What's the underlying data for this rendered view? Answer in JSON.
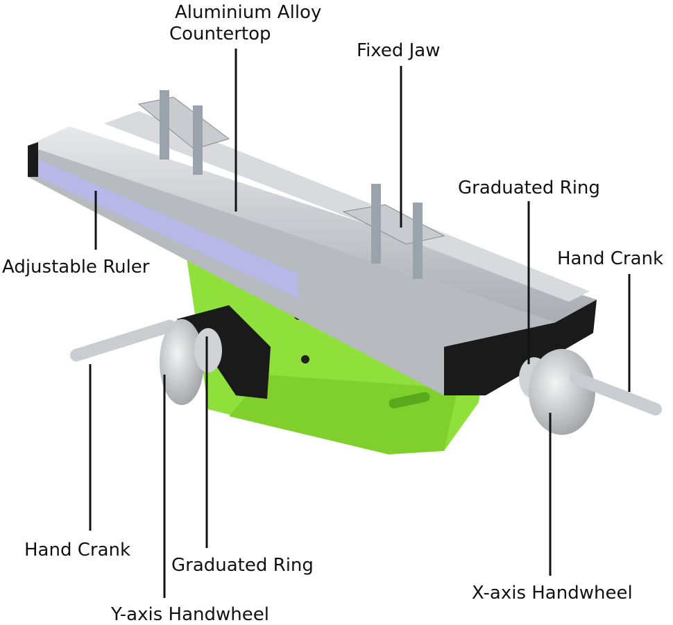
{
  "labels": {
    "countertop_line1": "Aluminium Alloy",
    "countertop_line2": "Countertop",
    "fixed_jaw": "Fixed Jaw",
    "graduated_ring_right": "Graduated Ring",
    "hand_crank_right": "Hand Crank",
    "adjustable_ruler": "Adjustable Ruler",
    "hand_crank_left": "Hand Crank",
    "graduated_ring_bottom": "Graduated Ring",
    "y_axis_handwheel": "Y-axis Handwheel",
    "x_axis_handwheel": "X-axis Handwheel"
  },
  "colors": {
    "aluminium": "#c9ccd0",
    "base_green": "#8fe03a",
    "black_parts": "#1a1a1a",
    "ruler": "#b9b6e8"
  }
}
